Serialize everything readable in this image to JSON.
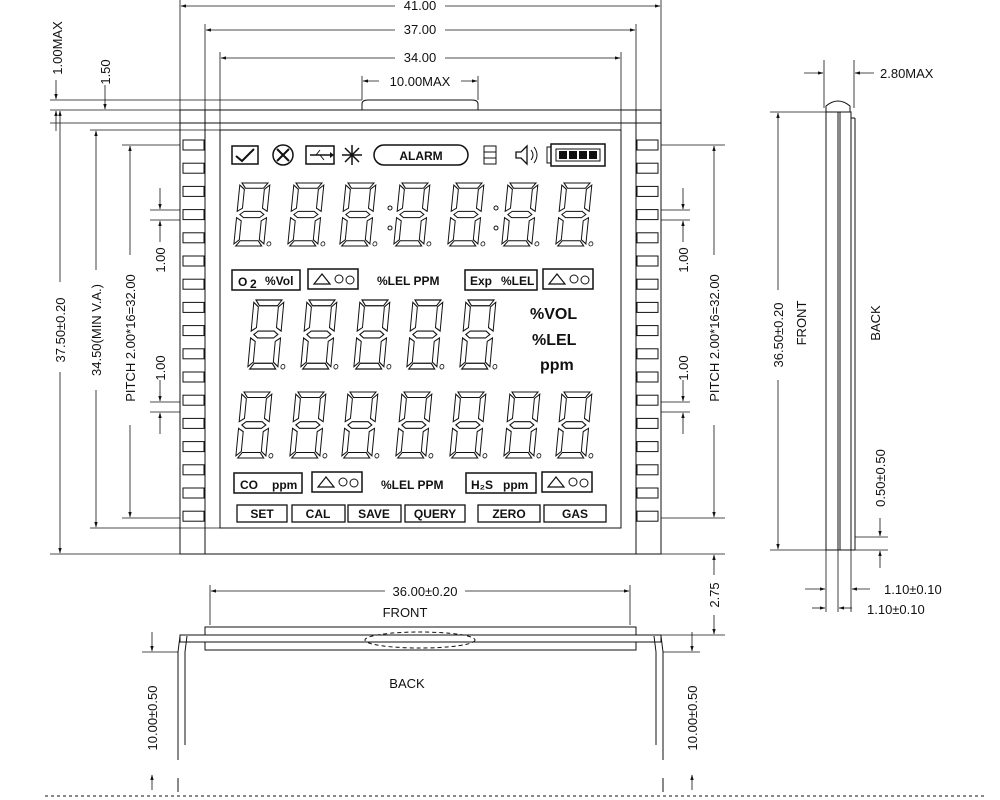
{
  "dimensions": {
    "overall_width": "41.00",
    "glass_width": "37.00",
    "view_width": "34.00",
    "tab_width": "10.00MAX",
    "top_offset_1": "1.00MAX",
    "top_offset_2": "1.50",
    "overall_height": "37.50±0.20",
    "view_height": "34.50(MIN V.A.)",
    "pitch_left": "PITCH 2.00*16=32.00",
    "pitch_right": "PITCH 2.00*16=32.00",
    "pin_width_left_1": "1.00",
    "pin_width_left_2": "1.00",
    "pin_width_right_1": "1.00",
    "pin_width_right_2": "1.00",
    "bottom_offset": "2.75",
    "bottom_width": "36.00±0.20",
    "pin_length_left": "10.00±0.50",
    "pin_length_right": "10.00±0.50",
    "side_thickness": "2.80MAX",
    "side_height": "36.50±0.20",
    "side_pin": "0.50±0.50",
    "side_glass_1": "1.10±0.10",
    "side_glass_2": "1.10±0.10"
  },
  "labels": {
    "front_bottom": "FRONT",
    "back_bottom": "BACK",
    "front_side": "FRONT",
    "back_side": "BACK"
  },
  "lcd": {
    "alarm": "ALARM",
    "o2_unit": "%Vol",
    "lel_ppm_top": "%LEL PPM",
    "exp_label": "Exp",
    "exp_unit": "%LEL",
    "unit_vol": "%VOL",
    "unit_lel": "%LEL",
    "unit_ppm": "ppm",
    "co_label": "CO",
    "co_unit": "ppm",
    "lel_ppm_bottom": "%LEL PPM",
    "h2s_label": "H₂S",
    "h2s_unit": "ppm",
    "buttons": [
      "SET",
      "CAL",
      "SAVE",
      "QUERY",
      "ZERO",
      "GAS"
    ]
  }
}
